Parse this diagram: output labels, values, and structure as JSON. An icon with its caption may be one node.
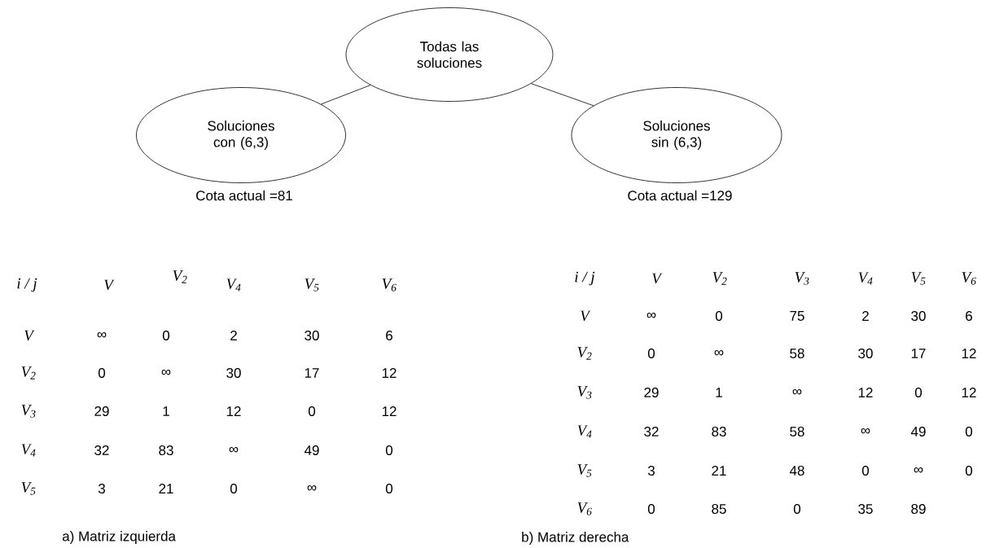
{
  "diagram": {
    "nodes": [
      {
        "text": [
          "Todas las soluciones"
        ]
      },
      {
        "text": [
          "Soluciones con (6,3)"
        ],
        "beside": [
          "Cota actual =81"
        ]
      },
      {
        "text": [
          "Soluciones sin (6,3)"
        ],
        "beside": [
          "Cota actual =129"
        ]
      }
    ],
    "edges": [
      {
        "from": 0,
        "to": 1,
        "arrow": "none"
      },
      {
        "from": 0,
        "to": 2,
        "arrow": "none"
      }
    ],
    "labels": [
      "i / j",
      "V",
      "V$_{2}$",
      "V$_{4}$",
      "V$_{5}$",
      "V$_{6}$",
      "V",
      "∞",
      "0",
      "2",
      "30",
      "6",
      "V$_{2}$",
      "0",
      "∞",
      "30",
      "17",
      "12",
      "V$_{3}$",
      "29",
      "1",
      "12",
      "0",
      "12",
      "V$_{4}$",
      "32",
      "83",
      "∞",
      "49",
      "0",
      "V$_{5}$",
      "3",
      "21",
      "0",
      "∞",
      "0",
      "a) Matriz izquierda",
      "i / j",
      "V",
      "V$_{2}$",
      "V$_{3}$",
      "V$_{4}$",
      "V$_{5}$",
      "V$_{6}$",
      "V",
      "∞",
      "0",
      "75",
      "2",
      "30",
      "6",
      "V$_{2}$",
      "0",
      "∞",
      "58",
      "30",
      "17",
      "12",
      "V$_{3}$",
      "29",
      "1",
      "∞",
      "12",
      "0",
      "12",
      "V$_{4}$",
      "32",
      "83",
      "58",
      "∞",
      "49",
      "0",
      "V$_{5}$",
      "3",
      "21",
      "48",
      "0",
      "∞",
      "0",
      "V$_{6}$",
      "0",
      "85",
      "0",
      "35",
      "89",
      "b) Matriz derecha"
    ]
  }
}
